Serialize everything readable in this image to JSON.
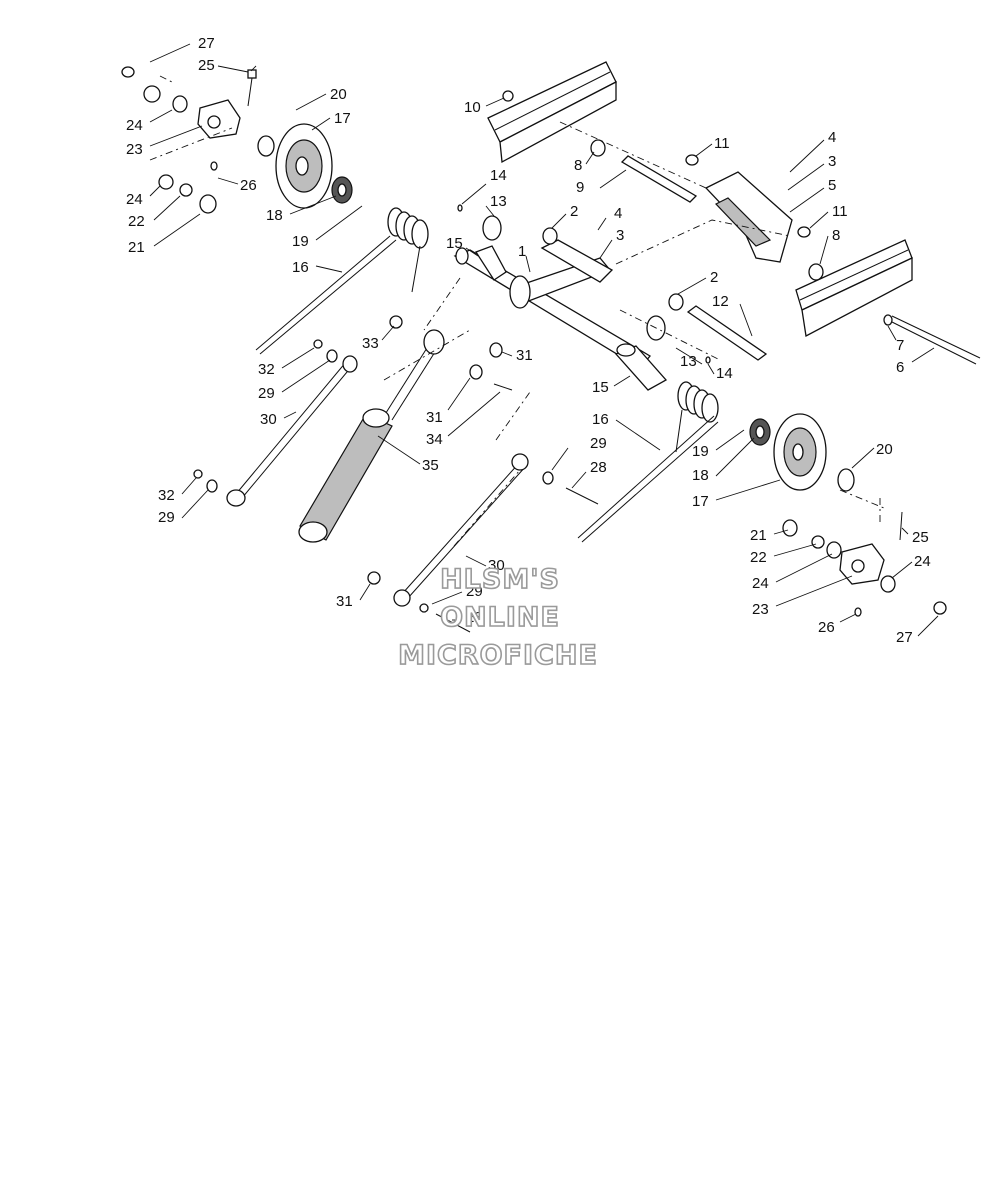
{
  "diagram": {
    "callouts": [
      {
        "id": "c27a",
        "label": "27"
      },
      {
        "id": "c25a",
        "label": "25"
      },
      {
        "id": "c20a",
        "label": "20"
      },
      {
        "id": "c17a",
        "label": "17"
      },
      {
        "id": "c24a",
        "label": "24"
      },
      {
        "id": "c23a",
        "label": "23"
      },
      {
        "id": "c26a",
        "label": "26"
      },
      {
        "id": "c24b",
        "label": "24"
      },
      {
        "id": "c22a",
        "label": "22"
      },
      {
        "id": "c21a",
        "label": "21"
      },
      {
        "id": "c18a",
        "label": "18"
      },
      {
        "id": "c19a",
        "label": "19"
      },
      {
        "id": "c16a",
        "label": "16"
      },
      {
        "id": "c10",
        "label": "10"
      },
      {
        "id": "c8a",
        "label": "8"
      },
      {
        "id": "c9",
        "label": "9"
      },
      {
        "id": "c11a",
        "label": "11"
      },
      {
        "id": "c4a",
        "label": "4"
      },
      {
        "id": "c3a",
        "label": "3"
      },
      {
        "id": "c5",
        "label": "5"
      },
      {
        "id": "c11b",
        "label": "11"
      },
      {
        "id": "c8b",
        "label": "8"
      },
      {
        "id": "c14a",
        "label": "14"
      },
      {
        "id": "c13a",
        "label": "13"
      },
      {
        "id": "c2a",
        "label": "2"
      },
      {
        "id": "c4b",
        "label": "4"
      },
      {
        "id": "c3b",
        "label": "3"
      },
      {
        "id": "c15a",
        "label": "15"
      },
      {
        "id": "c1",
        "label": "1"
      },
      {
        "id": "c2b",
        "label": "2"
      },
      {
        "id": "c12",
        "label": "12"
      },
      {
        "id": "c7",
        "label": "7"
      },
      {
        "id": "c6",
        "label": "6"
      },
      {
        "id": "c33",
        "label": "33"
      },
      {
        "id": "c31a",
        "label": "31"
      },
      {
        "id": "c13b",
        "label": "13"
      },
      {
        "id": "c14b",
        "label": "14"
      },
      {
        "id": "c32a",
        "label": "32"
      },
      {
        "id": "c29a",
        "label": "29"
      },
      {
        "id": "c30a",
        "label": "30"
      },
      {
        "id": "c31b",
        "label": "31"
      },
      {
        "id": "c34",
        "label": "34"
      },
      {
        "id": "c35",
        "label": "35"
      },
      {
        "id": "c15b",
        "label": "15"
      },
      {
        "id": "c16b",
        "label": "16"
      },
      {
        "id": "c19b",
        "label": "19"
      },
      {
        "id": "c18b",
        "label": "18"
      },
      {
        "id": "c17b",
        "label": "17"
      },
      {
        "id": "c20b",
        "label": "20"
      },
      {
        "id": "c29b",
        "label": "29"
      },
      {
        "id": "c28a",
        "label": "28"
      },
      {
        "id": "c32b",
        "label": "32"
      },
      {
        "id": "c29c",
        "label": "29"
      },
      {
        "id": "c21b",
        "label": "21"
      },
      {
        "id": "c25b",
        "label": "25"
      },
      {
        "id": "c22b",
        "label": "22"
      },
      {
        "id": "c24c",
        "label": "24"
      },
      {
        "id": "c24d",
        "label": "24"
      },
      {
        "id": "c23b",
        "label": "23"
      },
      {
        "id": "c26b",
        "label": "26"
      },
      {
        "id": "c27b",
        "label": "27"
      },
      {
        "id": "c30b",
        "label": "30"
      },
      {
        "id": "c29d",
        "label": "29"
      },
      {
        "id": "c28b",
        "label": "28"
      },
      {
        "id": "c31c",
        "label": "31"
      }
    ],
    "watermark": {
      "line1": "HLSM'S",
      "line2": "ONLINE",
      "line3": "MICROFICHE"
    }
  }
}
